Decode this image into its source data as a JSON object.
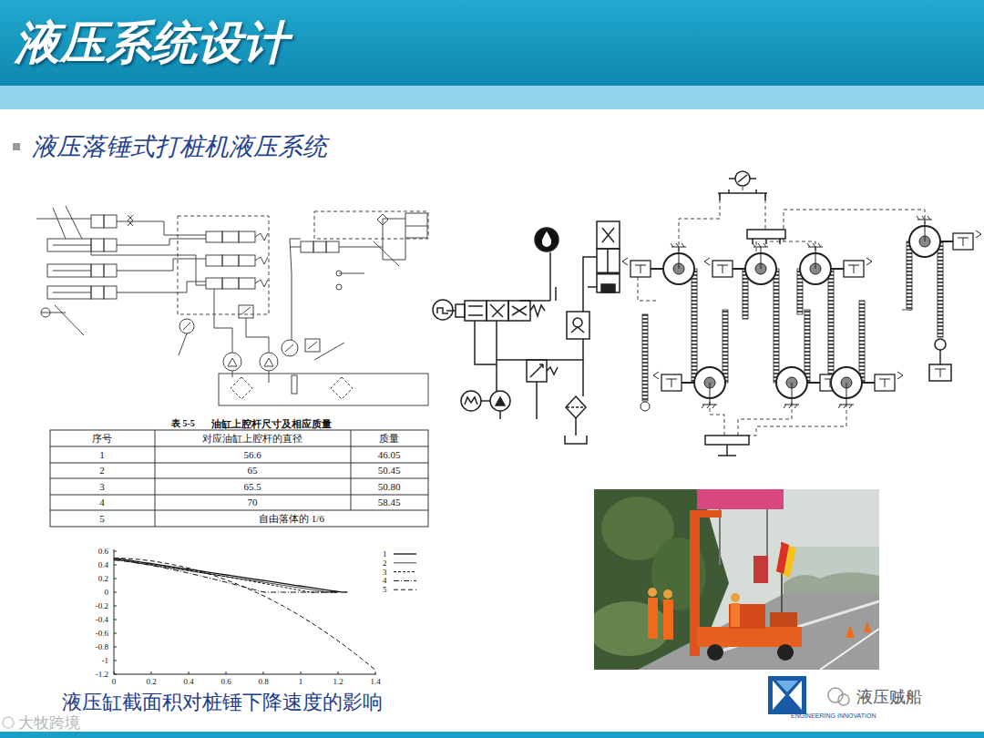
{
  "diagram": {
    "title": "液压系统设计",
    "caption": "液压缸截面积对桩锤下降速度的影响",
    "labels": [
      "液压落锤式打桩机液压系统",
      "表 5-5",
      "油缸上腔杆尺寸及相应质量",
      "序号",
      "对应油缸上腔杆的直径",
      "质量",
      "1",
      "56.6",
      "46.05",
      "2",
      "65",
      "50.45",
      "3",
      "65.5",
      "50.80",
      "4",
      "70",
      "58.45",
      "5",
      "自由落体的 1/6",
      "0.6",
      "0.4",
      "0.2",
      "0",
      "-0.2",
      "-0.4",
      "-0.6",
      "-0.8",
      "-1",
      "-1.2",
      "0",
      "0.2",
      "0.4",
      "0.6",
      "0.8",
      "1",
      "1.2",
      "1.4",
      "大牧跨境",
      "液压贼船",
      "ENGINEERING INNOVATION"
    ],
    "legend": [
      {
        "text": "1"
      },
      {
        "text": "2"
      },
      {
        "text": "3"
      },
      {
        "text": "4"
      },
      {
        "text": "5"
      }
    ]
  }
}
